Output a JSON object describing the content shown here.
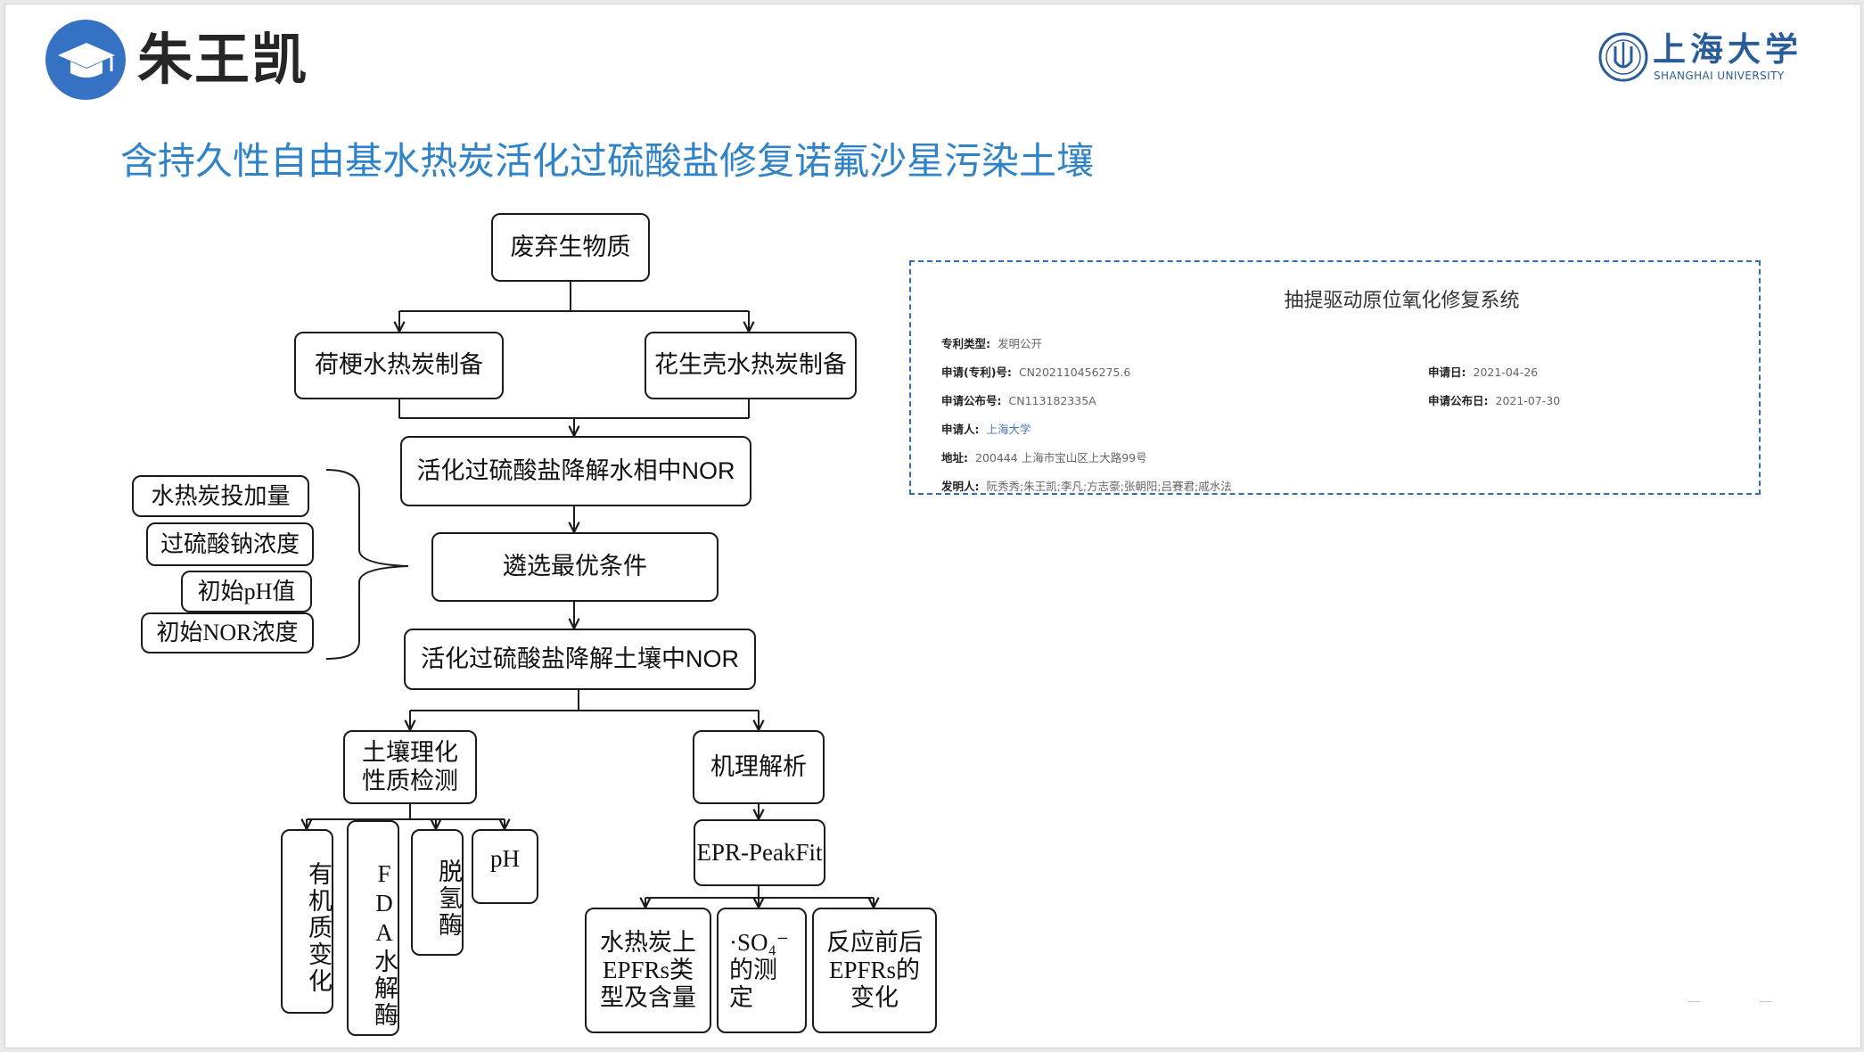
{
  "header": {
    "author_name": "朱王凯",
    "author_icon": "graduation-cap-icon",
    "logo": {
      "cn": "上海大学",
      "en": "SHANGHAI UNIVERSITY"
    }
  },
  "title": "含持久性自由基水热炭活化过硫酸盐修复诺氟沙星污染土壤",
  "flowchart": {
    "waste": "废弃生物质",
    "lotus": "荷梗水热炭制备",
    "peanut": "花生壳水热炭制备",
    "water_nor": "活化过硫酸盐降解水相中NOR",
    "optimize": "遴选最优条件",
    "soil_nor": "活化过硫酸盐降解土壤中NOR",
    "factors": [
      "水热炭投加量",
      "过硫酸钠浓度",
      "初始pH值",
      "初始NOR浓度"
    ],
    "soil_test": "土壤理化\n性质检测",
    "mechanism": "机理解析",
    "soil_items": [
      "有机质变化",
      "FDA水解酶",
      "脱氢酶",
      "pH"
    ],
    "epr": "EPR-PeakFit",
    "mech_items": [
      "水热炭上EPFRs类型及含量",
      "·SO₄⁻的测定",
      "反应前后EPFRs的变化"
    ]
  },
  "patent": {
    "title": "抽提驱动原位氧化修复系统",
    "fields": {
      "type": {
        "label": "专利类型:",
        "value": "发明公开"
      },
      "app_no": {
        "label": "申请(专利)号:",
        "value": "CN202110456275.6"
      },
      "app_date": {
        "label": "申请日:",
        "value": "2021-04-26"
      },
      "pub_no": {
        "label": "申请公布号:",
        "value": "CN113182335A"
      },
      "pub_date": {
        "label": "申请公布日:",
        "value": "2021-07-30"
      },
      "applicant": {
        "label": "申请人:",
        "value": "上海大学"
      },
      "address": {
        "label": "地址:",
        "value": "200444 上海市宝山区上大路99号"
      },
      "inventors": {
        "label": "发明人:",
        "value": "阮秀秀;朱王凯;李凡;方志豪;张朝阳;吕賽君;戚水法"
      }
    }
  }
}
